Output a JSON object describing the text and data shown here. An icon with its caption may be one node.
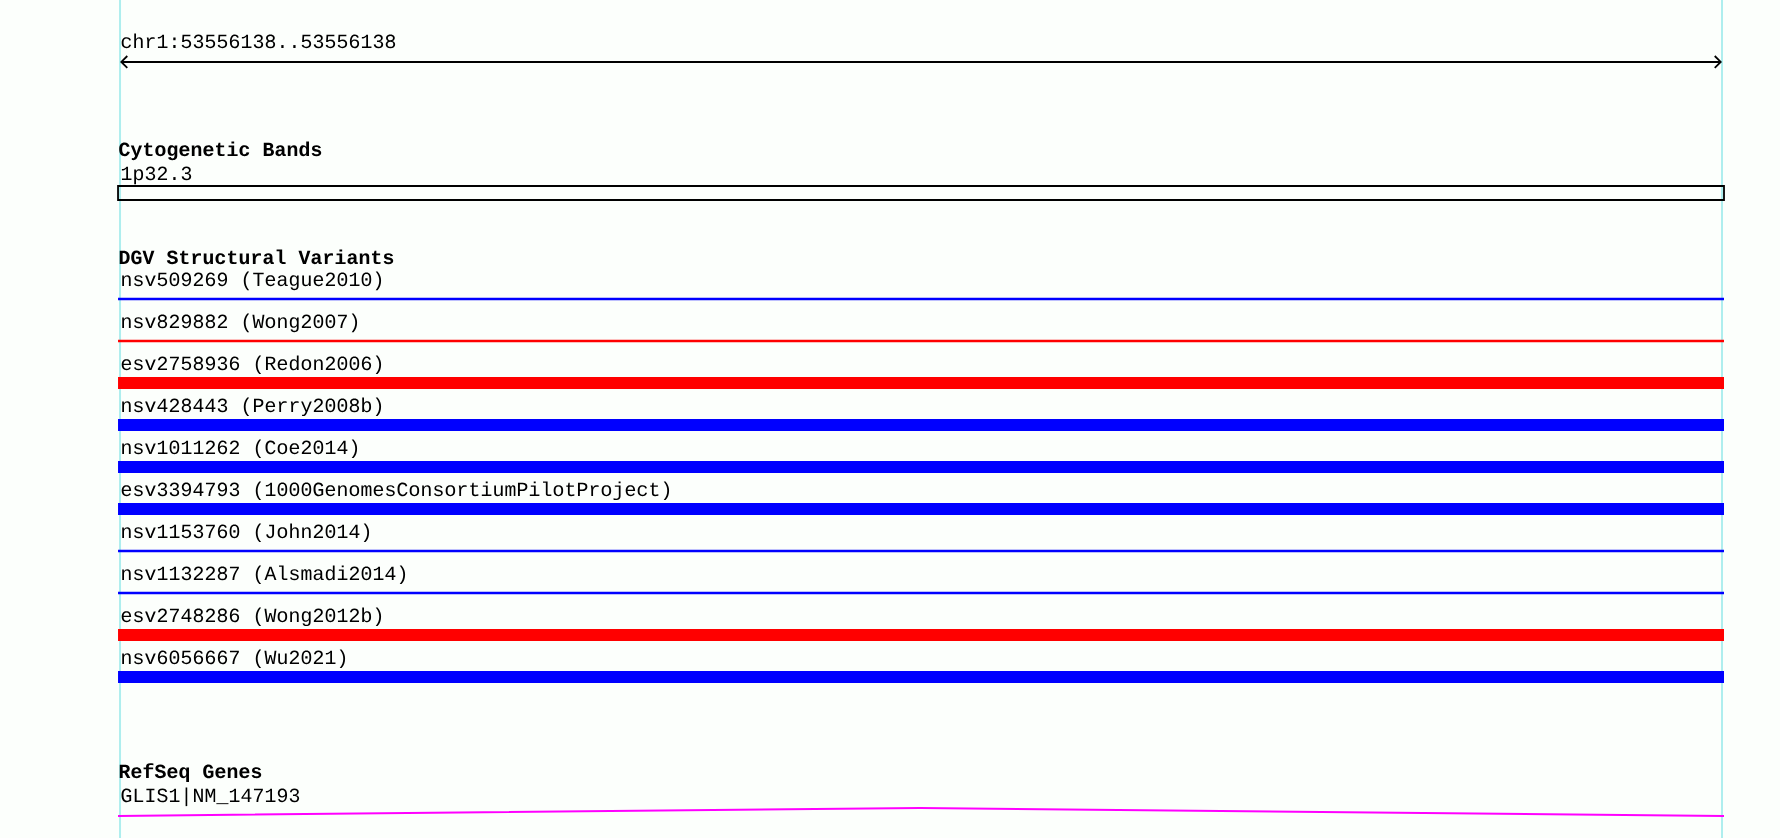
{
  "diagram": {
    "nodes": [
      {
        "text": [
          "1p32.3"
        ]
      },
      {
        "text": [
          "nsv509269 (Teague2010)"
        ]
      },
      {
        "text": [
          "nsv829882 (Wong2007)"
        ]
      },
      {
        "text": [
          "esv2758936 (Redon2006)"
        ]
      },
      {
        "text": [
          "nsv428443 (Perry2008b)"
        ]
      },
      {
        "text": [
          "nsv1011262 (Coe2014)"
        ]
      },
      {
        "text": [
          "esv3394793 (1000GenomesConsortiumPilotProject)"
        ]
      },
      {
        "text": [
          "nsv1153760 (John2014)"
        ]
      },
      {
        "text": [
          "nsv1132287 (Alsmadi2014)"
        ]
      },
      {
        "text": [
          "esv2748286 (Wong2012b)"
        ]
      },
      {
        "text": [
          "nsv6056667 (Wu2021)"
        ]
      },
      {
        "text": [
          "GLIS1|NM_147193"
        ]
      }
    ],
    "labels": [
      "chr1:53556138..53556138",
      "Cytogenetic Bands",
      "DGV Structural Variants",
      "RefSeq Genes"
    ]
  }
}
